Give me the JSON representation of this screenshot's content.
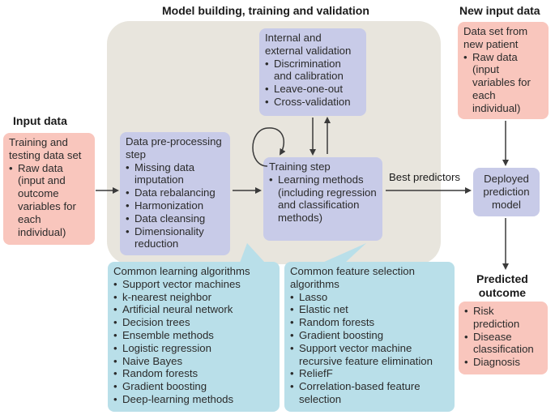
{
  "headings": {
    "model_building": "Model building, training and validation",
    "new_input": "New input data",
    "input_data": "Input data",
    "predicted_outcome_line1": "Predicted",
    "predicted_outcome_line2": "outcome"
  },
  "boxes": {
    "training_data": {
      "title": "Training and testing data set",
      "items": [
        "Raw data (input and outcome variables for each individual)"
      ]
    },
    "preprocessing": {
      "title": "Data pre-processing step",
      "items": [
        "Missing data imputation",
        "Data rebalancing",
        "Harmonization",
        "Data cleansing",
        "Dimensionality reduction"
      ]
    },
    "validation": {
      "title": "Internal and external validation",
      "items": [
        "Discrimination and calibration",
        "Leave-one-out",
        "Cross-validation"
      ]
    },
    "training_step": {
      "title": "Training step",
      "items": [
        "Learning methods (including regression and classification methods)"
      ]
    },
    "new_patient": {
      "title": "Data set from new patient",
      "items": [
        "Raw data (input variables for each individual)"
      ]
    },
    "deployed_model": {
      "title": "Deployed prediction model"
    },
    "predicted": {
      "items": [
        "Risk prediction",
        "Disease classification",
        "Diagnosis"
      ]
    },
    "learning_algorithms": {
      "title": "Common learning algorithms",
      "items": [
        "Support vector machines",
        "k-nearest neighbor",
        "Artificial neural network",
        "Decision trees",
        "Ensemble methods",
        "Logistic regression",
        "Naive Bayes",
        "Random forests",
        "Gradient boosting",
        "Deep-learning methods"
      ]
    },
    "feature_selection": {
      "title": "Common feature selection algorithms",
      "items": [
        "Lasso",
        "Elastic net",
        "Random forests",
        "Gradient boosting",
        "Support vector machine recursive feature elimination",
        "ReliefF",
        "Correlation-based feature selection"
      ]
    }
  },
  "edge_labels": {
    "best_predictors": "Best predictors"
  },
  "colors": {
    "pink": "#f9c6bd",
    "purple": "#c8cbe8",
    "blue": "#b9dfe9",
    "region": "#e8e5dd",
    "arrow": "#3a3a3a"
  }
}
